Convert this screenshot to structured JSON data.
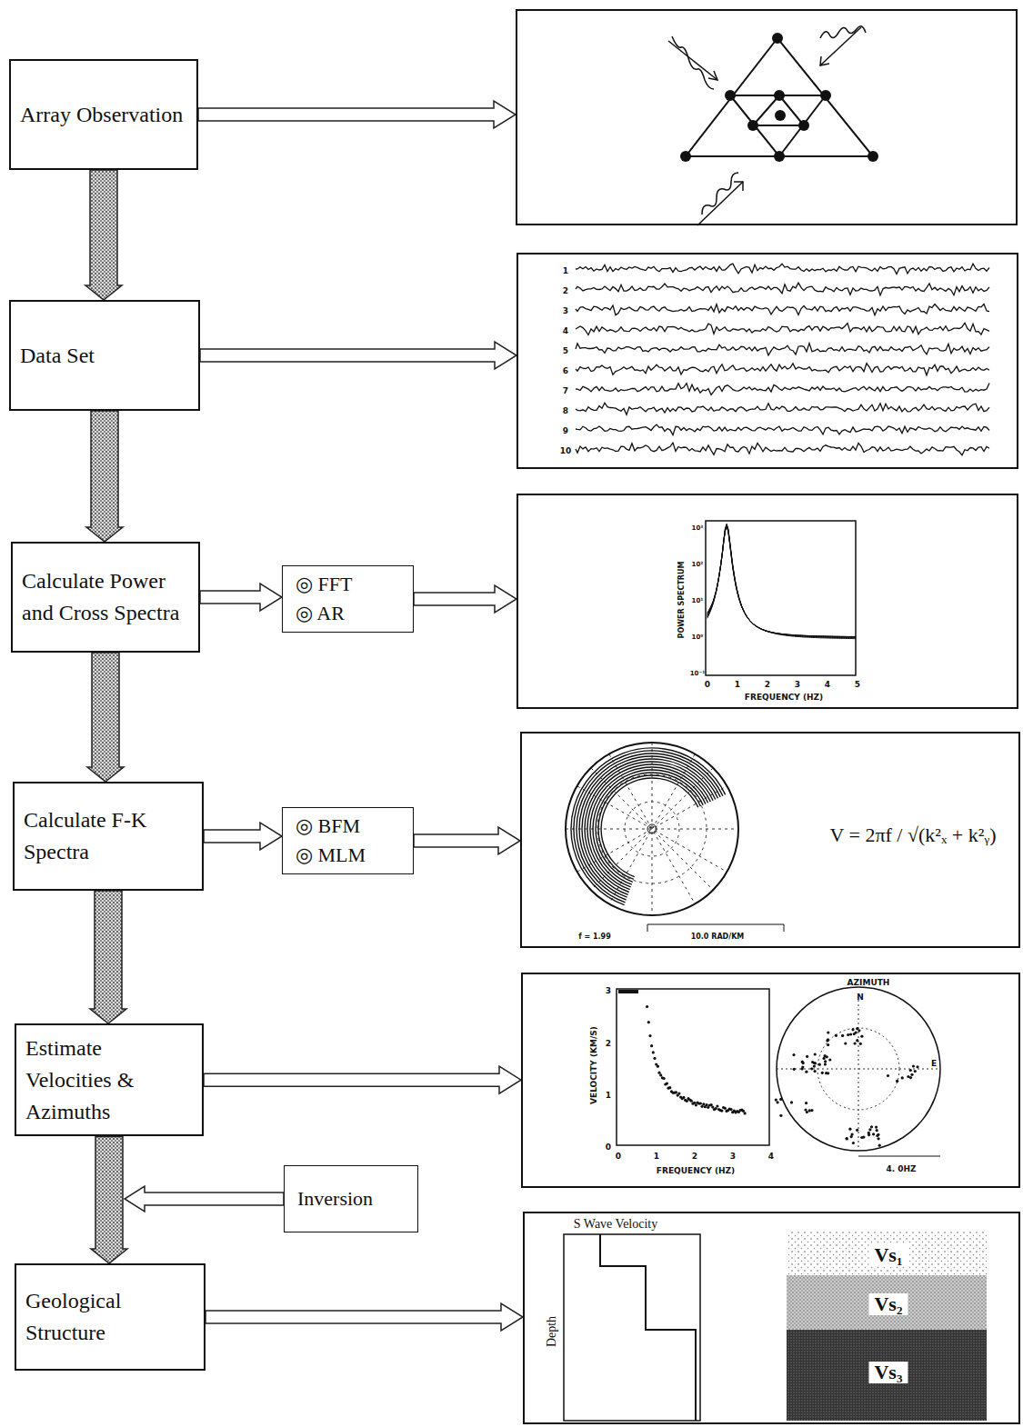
{
  "diagram": {
    "nodes": [
      {
        "text": [
          "Array Observation"
        ]
      },
      {
        "text": []
      },
      {
        "text": [
          "Data Set"
        ]
      },
      {
        "text": [
          "1",
          "2",
          "3",
          "4",
          "5",
          "6",
          "7",
          "8",
          "9",
          "10"
        ]
      },
      {
        "text": [
          "Calculate Power and Cross Spectra"
        ]
      },
      {
        "text": [
          "◎ FFT",
          "◎ AR"
        ]
      },
      {
        "text": [
          "POWER SPECTRUM",
          "FREQUENCY (HZ)",
          "0",
          "1",
          "2",
          "3",
          "4",
          "5",
          "10³",
          "10²",
          "10¹",
          "10⁰",
          "10⁻¹"
        ]
      },
      {
        "text": [
          "Calculate F-K Spectra"
        ]
      },
      {
        "text": [
          "◎ BFM",
          "◎ MLM"
        ]
      },
      {
        "text": [
          "V = 2πf / √(k²ₓ + k²ᵧ)",
          "f = 1.99",
          "10.0 RAD/KM"
        ]
      },
      {
        "text": [
          "Estimate Velocities & Azimuths"
        ]
      },
      {
        "text": [
          "VELOCITY (KM/S)",
          "FREQUENCY (HZ)",
          "0",
          "1",
          "2",
          "3",
          "4",
          "0",
          "1",
          "2",
          "3",
          "AZIMUTH",
          "N",
          "E",
          "4. 0HZ"
        ]
      },
      {
        "text": [
          "Inversion"
        ]
      },
      {
        "text": [
          "Geological Structure"
        ]
      },
      {
        "text": [
          "S Wave Velocity",
          "Depth",
          "Vs₁",
          "Vs₂",
          "Vs₃"
        ]
      }
    ],
    "edges": [
      {
        "from": 0,
        "to": 2,
        "arrow": "to"
      },
      {
        "from": 2,
        "to": 4,
        "arrow": "to"
      },
      {
        "from": 4,
        "to": 7,
        "arrow": "to"
      },
      {
        "from": 7,
        "to": 10,
        "arrow": "to"
      },
      {
        "from": 10,
        "to": 13,
        "arrow": "to"
      },
      {
        "from": 0,
        "to": 1,
        "arrow": "to"
      },
      {
        "from": 2,
        "to": 3,
        "arrow": "to"
      },
      {
        "from": 4,
        "to": 5,
        "arrow": "to"
      },
      {
        "from": 5,
        "to": 6,
        "arrow": "to"
      },
      {
        "from": 7,
        "to": 8,
        "arrow": "to"
      },
      {
        "from": 8,
        "to": 9,
        "arrow": "to"
      },
      {
        "from": 10,
        "to": 11,
        "arrow": "to"
      },
      {
        "from": 12,
        "to": 13,
        "arrow": "to"
      },
      {
        "from": 13,
        "to": 14,
        "arrow": "to"
      }
    ]
  }
}
